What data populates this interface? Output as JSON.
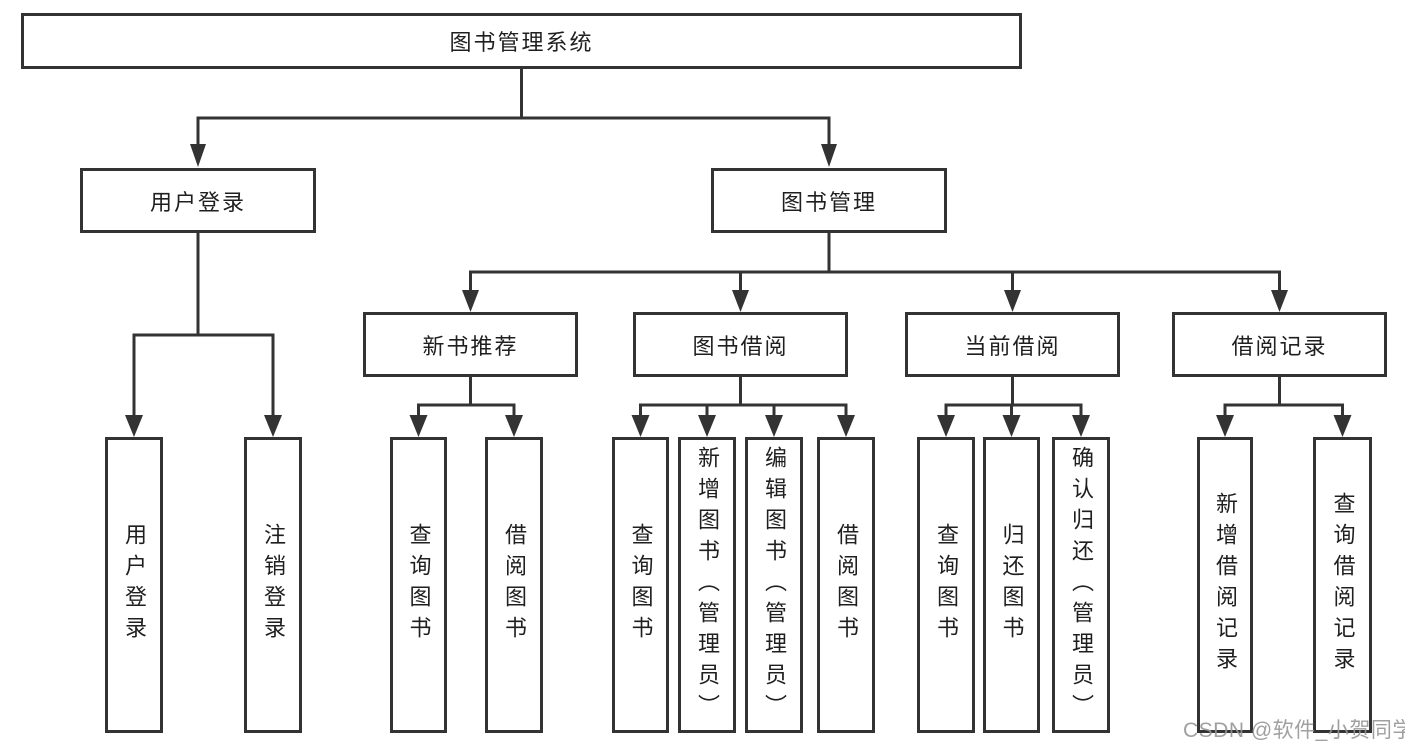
{
  "diagram_title": "图书管理系统",
  "tree": {
    "label": "图书管理系统",
    "children": [
      {
        "label": "用户登录",
        "children": [
          {
            "label": "用户登录"
          },
          {
            "label": "注销登录"
          }
        ]
      },
      {
        "label": "图书管理",
        "children": [
          {
            "label": "新书推荐",
            "children": [
              {
                "label": "查询图书"
              },
              {
                "label": "借阅图书"
              }
            ]
          },
          {
            "label": "图书借阅",
            "children": [
              {
                "label": "查询图书"
              },
              {
                "label": "新增图书（管理员）"
              },
              {
                "label": "编辑图书（管理员）"
              },
              {
                "label": "借阅图书"
              }
            ]
          },
          {
            "label": "当前借阅",
            "children": [
              {
                "label": "查询图书"
              },
              {
                "label": "归还图书"
              },
              {
                "label": "确认归还（管理员）"
              }
            ]
          },
          {
            "label": "借阅记录",
            "children": [
              {
                "label": "新增借阅记录"
              },
              {
                "label": "查询借阅记录"
              }
            ]
          }
        ]
      }
    ]
  },
  "watermark": {
    "text": "CSDN @软件_小贺同学"
  },
  "colors": {
    "line": "#333333",
    "text": "#1f1f1f",
    "background": "#ffffff",
    "watermark": "#969696"
  }
}
